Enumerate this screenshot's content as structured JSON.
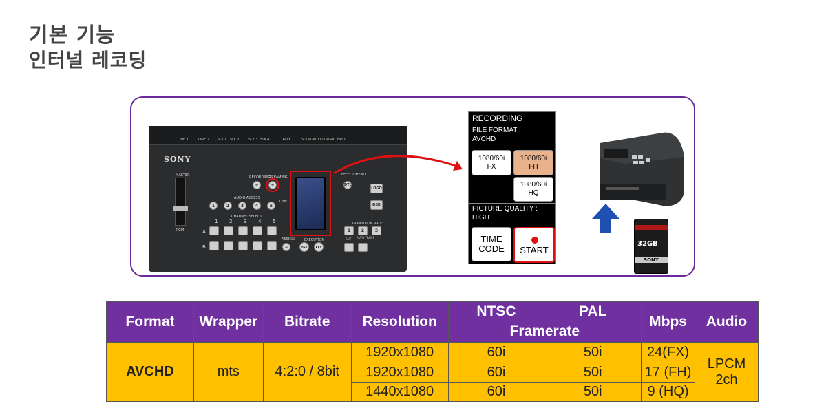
{
  "title": "기본 기능",
  "subtitle": "인터널 레코딩",
  "device": {
    "brand": "SONY",
    "ports": [
      "LINE 1",
      "LINE 2",
      "SDI 1",
      "SDI 2",
      "SDI 3",
      "SDI 4",
      "TALLY",
      "SDI PGM",
      "OUT PGM",
      "HDD"
    ],
    "labels": {
      "master": "MASTER",
      "pgm": "PGM",
      "recording": "RECORDING",
      "streaming": "STREAMING",
      "effect_menu": "EFFECT MENU",
      "audio_access": "AUDIO ACCESS",
      "line": "LINE",
      "channel_select": "CHANNEL SELECT",
      "execution": "EXECUTION",
      "transition_rate": "TRANSITION RATE",
      "assign": "ASSIGN",
      "row_a": "A",
      "row_b": "B",
      "logo": "LOGO",
      "dsk": "DSK",
      "dtl": "DTL",
      "dsk_btn": "DSK",
      "key": "KEY",
      "cut": "CUT",
      "auto_trans": "AUTO TRANS"
    },
    "audio_buttons": [
      "1",
      "2",
      "3",
      "4",
      "5"
    ],
    "channel_numbers": [
      "1",
      "2",
      "3",
      "4",
      "5"
    ],
    "transition_numbers": [
      "1",
      "2",
      "3"
    ]
  },
  "recording_panel": {
    "header": "RECORDING",
    "file_format_label": "FILE FORMAT :",
    "file_format_value": "AVCHD",
    "options": [
      {
        "line1": "1080/60i",
        "line2": "FX",
        "selected": false
      },
      {
        "line1": "1080/60i",
        "line2": "FH",
        "selected": true
      },
      {
        "line1": "1080/60i",
        "line2": "HQ",
        "selected": false
      }
    ],
    "quality_label": "PICTURE QUALITY :",
    "quality_value": "HIGH",
    "timecode_line1": "TIME",
    "timecode_line2": "CODE",
    "start_label": "START"
  },
  "sd_card": {
    "brand": "SONY",
    "capacity": "32GB"
  },
  "colors": {
    "frame_border": "#6a2b9e",
    "table_header": "#7030a0",
    "table_body": "#ffc000",
    "highlight": "#d11111",
    "arrow_up": "#1f4fb0"
  },
  "table": {
    "headers": {
      "format": "Format",
      "wrapper": "Wrapper",
      "bitrate": "Bitrate",
      "resolution": "Resolution",
      "ntsc": "NTSC",
      "pal": "PAL",
      "framerate": "Framerate",
      "mbps": "Mbps",
      "audio": "Audio"
    },
    "format": "AVCHD",
    "wrapper": "mts",
    "bitrate": "4:2:0 / 8bit",
    "audio_line1": "LPCM",
    "audio_line2": "2ch",
    "rows": [
      {
        "resolution": "1920x1080",
        "ntsc": "60i",
        "pal": "50i",
        "mbps": "24(FX)"
      },
      {
        "resolution": "1920x1080",
        "ntsc": "60i",
        "pal": "50i",
        "mbps": "17 (FH)"
      },
      {
        "resolution": "1440x1080",
        "ntsc": "60i",
        "pal": "50i",
        "mbps": "9 (HQ)"
      }
    ]
  }
}
